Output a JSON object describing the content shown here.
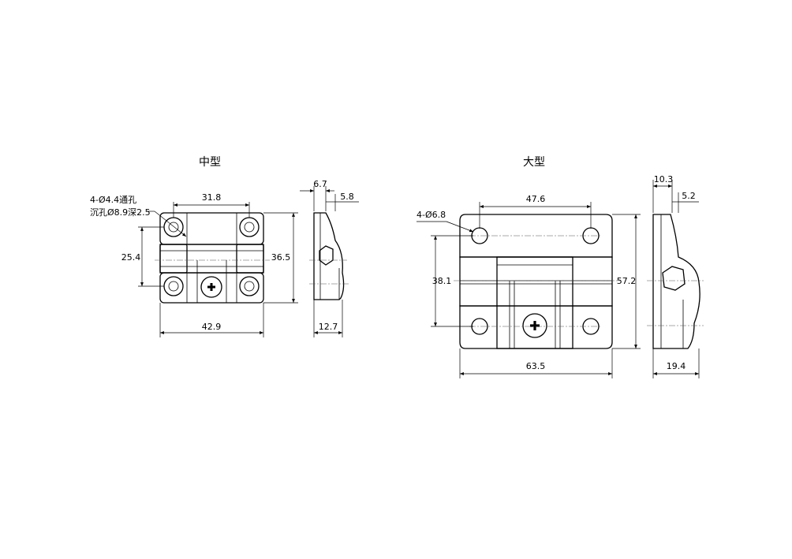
{
  "medium": {
    "title": "中型",
    "hole_note_1": "4-Ø4.4通孔",
    "hole_note_2": "沉孔Ø8.9深2.5",
    "dim_hole_spacing": "31.8",
    "dim_vertical_hole": "25.4",
    "dim_height": "36.5",
    "dim_width": "42.9",
    "dim_side_top": "6.7",
    "dim_side_right": "5.8",
    "dim_side_depth": "12.7"
  },
  "large": {
    "title": "大型",
    "hole_note": "4-Ø6.8",
    "dim_hole_spacing": "47.6",
    "dim_vertical_hole": "38.1",
    "dim_height": "57.2",
    "dim_width": "63.5",
    "dim_side_top": "10.3",
    "dim_side_right": "5.2",
    "dim_side_depth": "19.4"
  }
}
